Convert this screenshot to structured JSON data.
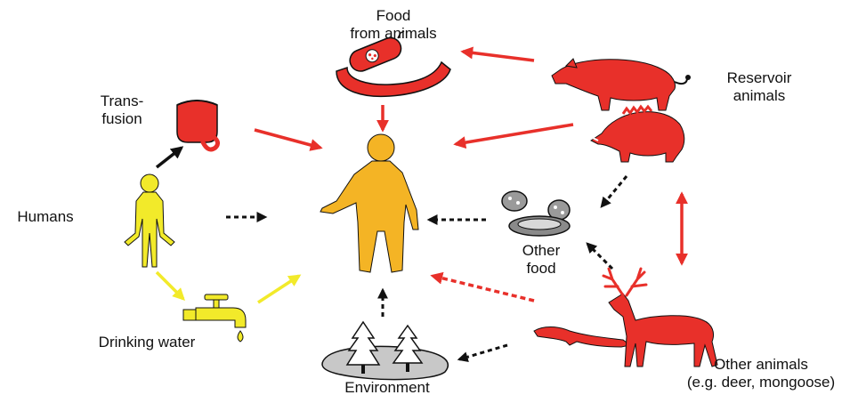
{
  "labels": {
    "food_from_animals": [
      "Food",
      "from animals"
    ],
    "transfusion": [
      "Trans-",
      "fusion"
    ],
    "reservoir_animals": [
      "Reservoir",
      "animals"
    ],
    "humans": [
      "Humans"
    ],
    "other_food": [
      "Other",
      "food"
    ],
    "drinking_water": [
      "Drinking water"
    ],
    "environment": [
      "Environment"
    ],
    "other_animals": [
      "Other animals",
      "(e.g. deer, mongoose)"
    ]
  },
  "colors": {
    "red": "#e8302a",
    "yellow": "#f2ea2a",
    "orange": "#f4b425",
    "black": "#111111",
    "gray": "#c8c8c8"
  },
  "icons": [
    "sausage-icon",
    "blood-bag-icon",
    "pig-icon",
    "boar-icon",
    "human-figure-icon",
    "tap-icon",
    "trees-icon",
    "deer-icon",
    "mongoose-icon",
    "mussel-icon"
  ]
}
